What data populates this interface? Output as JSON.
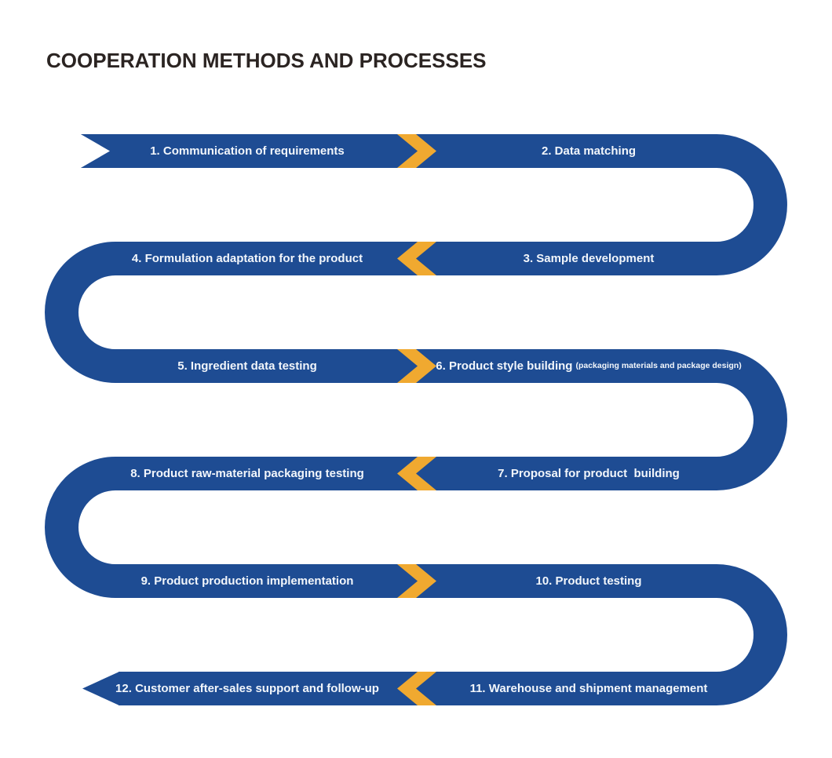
{
  "title": "COOPERATION METHODS AND PROCESSES",
  "colors": {
    "ribbon_blue": "#1e4c93",
    "chevron_yellow": "#f0a930",
    "title_text": "#2b2422",
    "label_text": "#f2f6fb",
    "background": "#ffffff"
  },
  "rows": [
    {
      "direction": "right",
      "arrow_icon": "chevron-right-icon",
      "left_label": "1. Communication of requirements",
      "right_label": "2. Data matching"
    },
    {
      "direction": "left",
      "arrow_icon": "chevron-left-icon",
      "left_label": "4. Formulation adaptation for the product",
      "right_label": "3. Sample development"
    },
    {
      "direction": "right",
      "arrow_icon": "chevron-right-icon",
      "left_label": "5. Ingredient data testing",
      "right_label": "6. Product style building",
      "right_label_note": "(packaging materials and package design)"
    },
    {
      "direction": "left",
      "arrow_icon": "chevron-left-icon",
      "left_label": "8. Product raw-material packaging testing",
      "right_label": "7. Proposal for product  building"
    },
    {
      "direction": "right",
      "arrow_icon": "chevron-right-icon",
      "left_label": "9. Product production implementation",
      "right_label": "10. Product testing"
    },
    {
      "direction": "left",
      "arrow_icon": "chevron-left-icon",
      "left_label": "12. Customer after-sales support and follow-up",
      "right_label": "11. Warehouse and shipment management"
    }
  ]
}
